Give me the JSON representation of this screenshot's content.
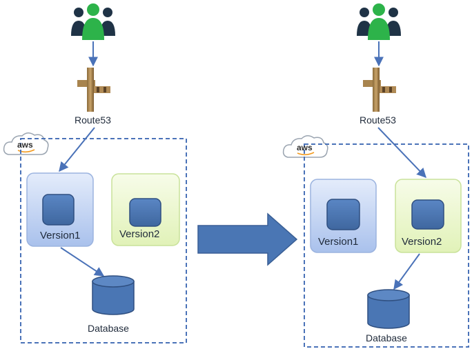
{
  "before": {
    "dns_label": "Route53",
    "cloud_label": "aws",
    "version1_label": "Version1",
    "version2_label": "Version2",
    "database_label": "Database"
  },
  "after": {
    "dns_label": "Route53",
    "cloud_label": "aws",
    "version1_label": "Version1",
    "version2_label": "Version2",
    "database_label": "Database"
  },
  "colors": {
    "users_dark": "#1f3346",
    "users_green": "#2db34a",
    "arrow": "#4a72b8",
    "dashed_border": "#4a72b8",
    "version1_fill": "#c9d8f5",
    "version2_fill": "#eef8d6",
    "server_fill": "#4a76b4",
    "database_fill": "#4a76b4",
    "transition_arrow": "#4a76b4"
  },
  "icons": [
    "users-icon",
    "route53-icon",
    "aws-cloud-icon",
    "server-icon",
    "database-icon"
  ]
}
